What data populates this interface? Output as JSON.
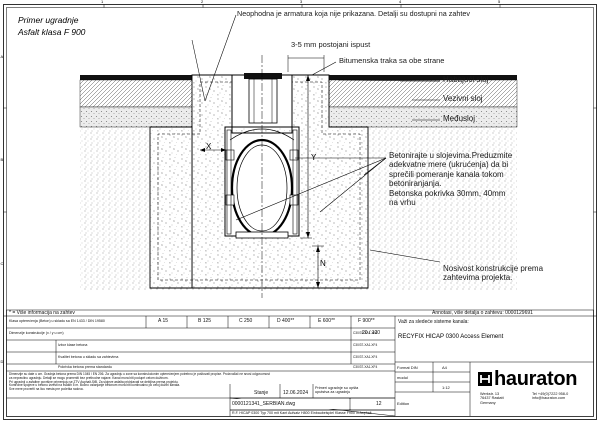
{
  "drawing": {
    "title_lines": [
      "Primer ugradnje",
      "Asfalt klasa F 900"
    ],
    "grid_numbers": [
      "1",
      "2",
      "3",
      "4",
      "5",
      "6"
    ],
    "grid_letters": [
      "A",
      "B",
      "C",
      "D"
    ],
    "labels": {
      "reinforcement_note": "Neophodna je armatura koja nije prikazana. Detalji su dostupni na zahtev",
      "gap": "3-5 mm postojani ispust",
      "bitumen": "Bitumenska traka sa obe strane",
      "wearing": "Habajući sloj",
      "binding": "Vezivni sloj",
      "intermediate": "Međusloj",
      "concrete_note": "Betonirajte u slojevima.Preduzmite\nadekvatne mere (ukrućenja) da bi\nsprečili pomeranje kanala tokom\nbetoniranjanja.\nBetonska pokrivka 30mm, 40mm\nna vrhu",
      "bearing": "Nosivost konstrukcije prema\nzahtevima projekta.",
      "dim_x": "X",
      "dim_y": "Y",
      "dim_n": "N"
    }
  },
  "title_block": {
    "top_left": "* = Više informacija na zahtev",
    "top_right": "Annotasi, više detalja o zahtevu: 0000129691",
    "row1_label": "Klasa opterećenja (Beton) u skladu sa EN 1433 / DIN 19580",
    "classes": [
      "A 15",
      "B 125",
      "C 250",
      "D 400**",
      "E 600**",
      "F 900**"
    ],
    "row2_label": "Dimenzije konstrukcije (x / y u cm)",
    "row2_value": "20 / 120",
    "left_rows": [
      "Izbor klase betona",
      "Kvalitet betona u skladu sa zahtevima",
      "Pokrivka betona prema standardu"
    ],
    "code_rows": [
      "C30/37-XA1-XF4",
      "C30/37-XA1-XF4",
      "C30/37-XA1-XF4",
      "C30/37-XA1-XF4"
    ],
    "footnotes": "Dimenzije su date u cm. Gradnja betona prema DIN 1045 / EN 206. Za ugradnju u zone sa konstrukcionim opterećenjem potrebno je poštovati propise. Proizvođač ne snosi odgovornost\nza nepravilnu ugradnju. Detalji se mogu promeniti bez prethodne najave. Kanal mora biti poduprt celom dužinom.\nPri ugradnji u asfaltne površine primenjuju se ZTV Asphalt-StB. Za slojeve asfalta pridržavati se debljina prema projektu.\nKontrolne spojeve u betonu izvesti na svakih 5 m. Bočno oslanjanje betonom mora biti kontinualno po celoj dužini kanala.\nSve mere proveriti na licu mesta pre početka radova.",
    "product_intro": "Važi za sledeće sisteme kanala:",
    "product_name": "RECYFIX HICAP 0300 Access Element",
    "note_mid": "Primeri ugradnje su opšta\nuputstva za ugradnju",
    "status_label": "Stanje",
    "status_date": "12.06.2024",
    "number_left": "0000121341_SERBIAN.dwg",
    "sheet_no": "12",
    "edition_label": "Edition",
    "format_label": "Format DIN",
    "format_value": "A4",
    "module_label": "modul",
    "scale": "1:12",
    "bottom_line": "R.F. HICAP 0300 Typ 700 mit Kant Aufsatz H800 Einbaubeispiel Klasse F900 in Asphalt",
    "logo_text": "hauraton",
    "company_address": "Werkstr. 13\n76437 Rastatt\nGermany",
    "company_contact": "Tel +49(0)7222 958-0\ninfo@hauraton.com"
  }
}
